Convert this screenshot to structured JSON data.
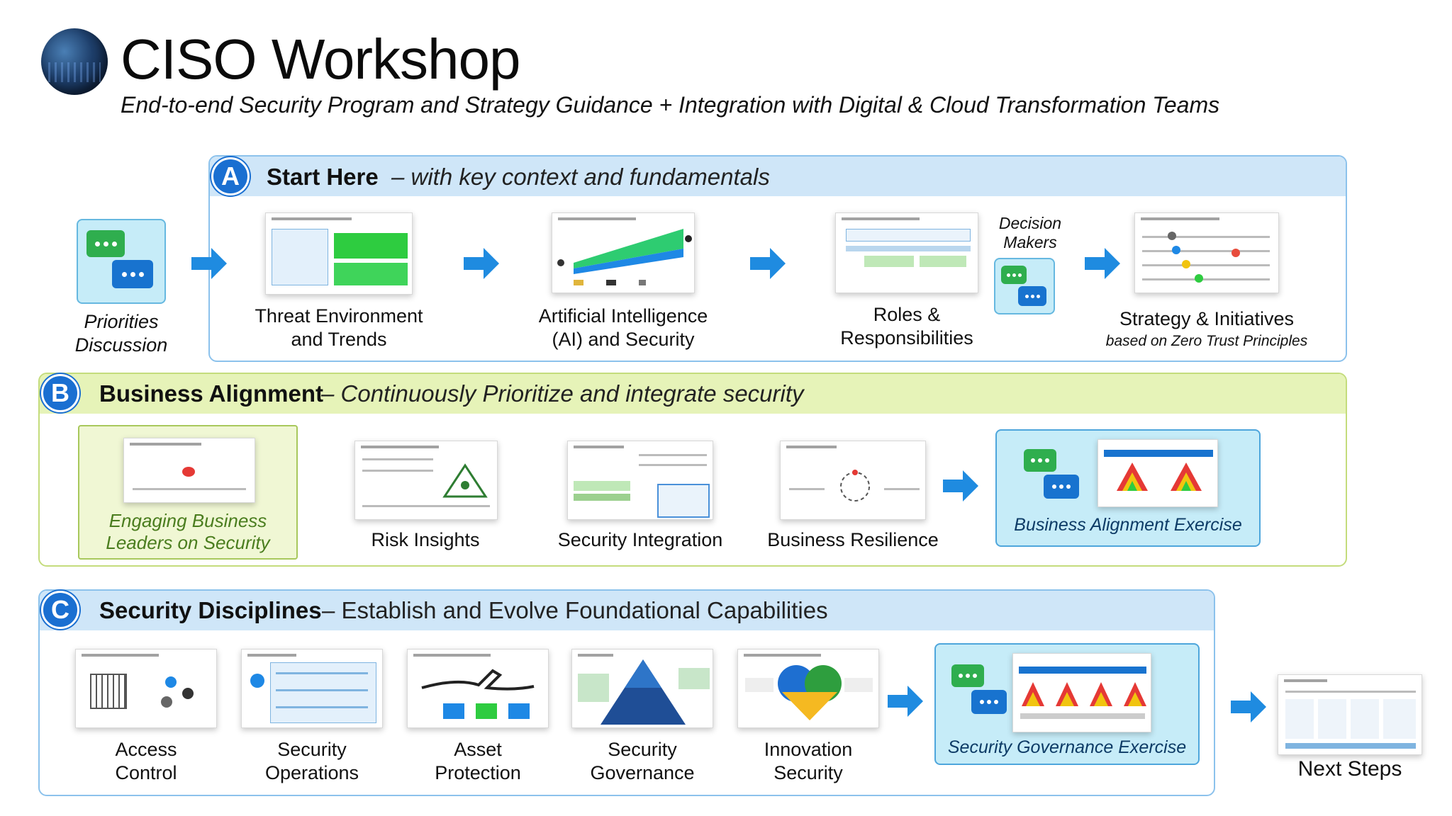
{
  "header": {
    "title": "CISO Workshop",
    "subtitle": "End-to-end Security Program and Strategy Guidance + Integration with Digital & Cloud Transformation Teams"
  },
  "section_a": {
    "letter": "A",
    "title": "Start Here",
    "tagline": "– with key context and fundamentals",
    "priorities": [
      "Priorities",
      "Discussion"
    ],
    "cards": [
      {
        "label": [
          "Threat Environment",
          "and Trends"
        ]
      },
      {
        "label": [
          "Artificial Intelligence",
          "(AI) and Security"
        ]
      },
      {
        "label": [
          "Roles &",
          "Responsibilities"
        ]
      },
      {
        "label": [
          "Strategy & Initiatives"
        ],
        "sublabel": "based on Zero Trust Principles"
      }
    ],
    "decision_makers": [
      "Decision",
      "Makers"
    ]
  },
  "section_b": {
    "letter": "B",
    "title": "Business Alignment",
    "tagline": "– Continuously Prioritize and integrate security",
    "engaging": [
      "Engaging Business",
      "Leaders on Security"
    ],
    "cards": [
      {
        "label": "Risk Insights"
      },
      {
        "label": "Security Integration"
      },
      {
        "label": "Business Resilience"
      }
    ],
    "exercise": "Business Alignment Exercise"
  },
  "section_c": {
    "letter": "C",
    "title": "Security Disciplines",
    "tagline": "– Establish and Evolve Foundational Capabilities",
    "cards": [
      {
        "label": [
          "Access",
          "Control"
        ]
      },
      {
        "label": [
          "Security",
          "Operations"
        ]
      },
      {
        "label": [
          "Asset",
          "Protection"
        ]
      },
      {
        "label": [
          "Security",
          "Governance"
        ]
      },
      {
        "label": [
          "Innovation",
          "Security"
        ]
      }
    ],
    "exercise": "Security Governance Exercise",
    "next_steps": "Next Steps"
  },
  "colors": {
    "badge_blue": "#1a6fd1",
    "arrow_blue": "#1f8be0",
    "panel_blue_header": "#cfe6f8",
    "panel_green_header": "#e6f3b8",
    "chat_green": "#2fae4e",
    "chat_blue": "#1873cf",
    "engaging_green_text": "#4a7d1e"
  }
}
